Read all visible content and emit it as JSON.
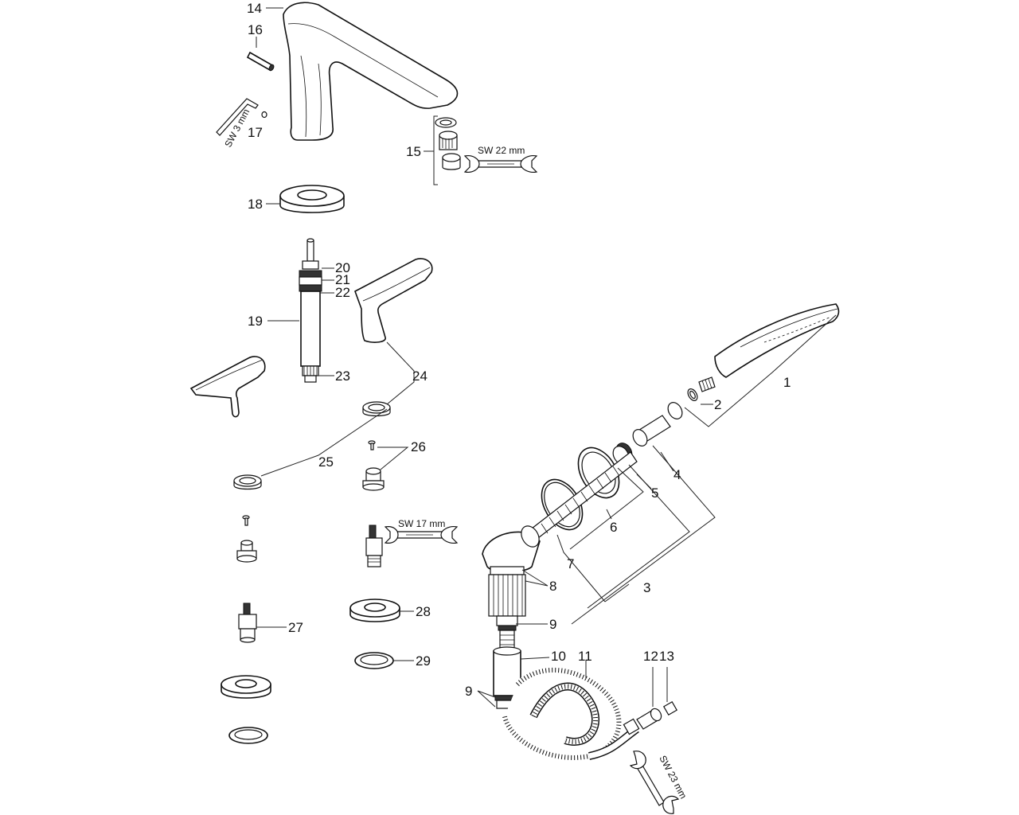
{
  "labels": {
    "l1": "1",
    "l2": "2",
    "l3": "3",
    "l4": "4",
    "l5": "5",
    "l6": "6",
    "l7": "7",
    "l8": "8",
    "l9a": "9",
    "l9b": "9",
    "l10": "10",
    "l11": "11",
    "l12": "12",
    "l13": "13",
    "l14": "14",
    "l15": "15",
    "l16": "16",
    "l17": "17",
    "l18": "18",
    "l19": "19",
    "l20": "20",
    "l21": "21",
    "l22": "22",
    "l23": "23",
    "l24": "24",
    "l25": "25",
    "l26": "26",
    "l27": "27",
    "l28": "28",
    "l29": "29"
  },
  "tools": {
    "allen_key": "SW 3 mm",
    "wrench_aerator": "SW 22 mm",
    "wrench_cartridge": "SW 17 mm",
    "wrench_hose": "SW 23 mm"
  }
}
